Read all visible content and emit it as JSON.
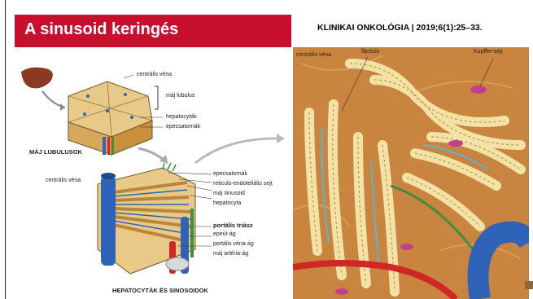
{
  "title": "A sinusoid keringés",
  "citation": "KLINIKAI ONKOLÓGIA | 2019;6(1):25–33.",
  "top_diagram": {
    "labels": {
      "centralis_vena": "centrális véna",
      "maj_lobulus": "máj lubulus",
      "hepatocytak": "hepatocyták",
      "epecsatornak": "epecsatornák"
    },
    "caption": "MÁJ LUBULUSOK"
  },
  "bottom_diagram": {
    "labels": {
      "centralis_vena": "centrális véna",
      "epecsatornak": "epecsatornák",
      "reticulo": "reticulo-endoteliális sejt",
      "maj_sinusoid": "máj sinusoid",
      "hepatocyta": "hepatocyta",
      "portalis_triasz": "portális triász",
      "epeut_ag": "epeút-ág",
      "portalis_vena_ag": "portális véna-ág",
      "maj_arteria_ag": "máj artéria-ág"
    },
    "caption": "HEPATOCYTÁK ÉS SINOSOIDOK"
  },
  "right_diagram": {
    "labels": {
      "centralis_vena": "centrális véna",
      "fibrozis": "fibrózis",
      "kupffer_sejt": "Kupffer-sejt"
    }
  },
  "colors": {
    "title_red": "#c8102e",
    "liver_tissue": "#e9c987",
    "cell_yellow": "#f3e2a6",
    "vein_blue": "#2e63b8",
    "artery_red": "#d02626",
    "bile_green": "#3c8f3c",
    "background_brown": "#c9843f"
  }
}
